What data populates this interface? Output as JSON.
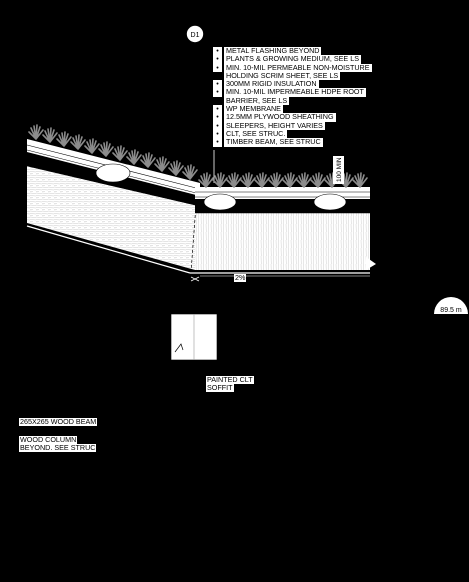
{
  "detail_tag": "D1",
  "notes": [
    {
      "text": "METAL FLASHING BEYOND",
      "bullet": true
    },
    {
      "text": "PLANTS & GROWING MEDIUM, SEE LS",
      "bullet": true
    },
    {
      "text": "MIN. 10-MIL PERMEABLE NON-MOISTURE",
      "bullet": true
    },
    {
      "text": "HOLDING SCRIM SHEET, SEE LS",
      "bullet": false
    },
    {
      "text": "300MM RIGID INSULATION",
      "bullet": true
    },
    {
      "text": "MIN. 10-MIL IMPERMEABLE HDPE ROOT",
      "bullet": true
    },
    {
      "text": "BARRIER, SEE LS",
      "bullet": false
    },
    {
      "text": "WP MEMBRANE",
      "bullet": true
    },
    {
      "text": "12.5MM PLYWOOD SHEATHING",
      "bullet": true
    },
    {
      "text": "SLEEPERS, HEIGHT VARIES",
      "bullet": true
    },
    {
      "text": "CLT, SEE STRUC.",
      "bullet": true
    },
    {
      "text": "TIMBER BEAM, SEE STRUC",
      "bullet": true
    }
  ],
  "dimension_label": "100 MIN",
  "slope_label": "2%",
  "elevation_label": "89.5 m",
  "soffit_label_line1": "PAINTED CLT",
  "soffit_label_line2": "SOFFIT",
  "beam_label": "265X265 WOOD BEAM",
  "column_label_line1": "WOOD COLUMN",
  "column_label_line2": "BEYOND. SEE STRUC",
  "colors": {
    "background": "#000000",
    "linework": "#ffffff",
    "text": "#000000"
  }
}
